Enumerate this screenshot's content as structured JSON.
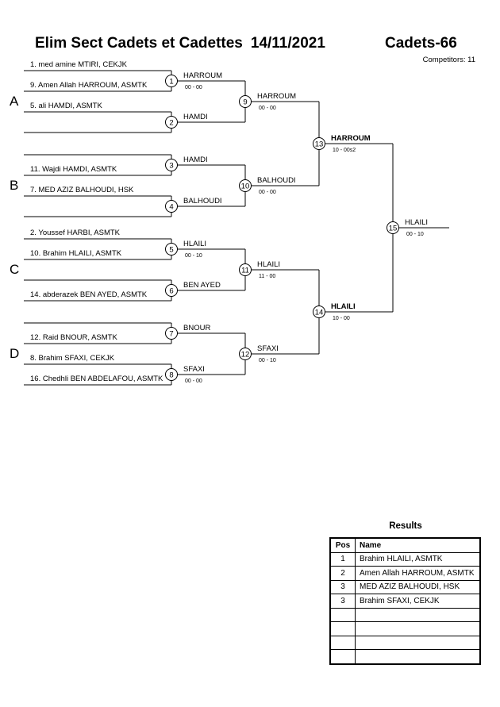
{
  "header": {
    "title": "Elim Sect Cadets et Cadettes",
    "date": "14/11/2021",
    "weight_class": "Cadets-66",
    "competitors": "Competitors: 11"
  },
  "pools": [
    "A",
    "B",
    "C",
    "D"
  ],
  "entries": [
    "1. med amine MTIRI, CEKJK",
    "9. Amen Allah HARROUM, ASMTK",
    "5. ali HAMDI, ASMTK",
    "",
    "",
    "11. Wajdi HAMDI, ASMTK",
    "7. MED AZIZ BALHOUDI, HSK",
    "",
    "2. Youssef HARBI, ASMTK",
    "10. Brahim HLAILI, ASMTK",
    "",
    "14. abderazek BEN AYED, ASMTK",
    "",
    "12. Raid BNOUR, ASMTK",
    "8. Brahim SFAXI, CEKJK",
    "16. Chedhli BEN ABDELAFOU, ASMTK"
  ],
  "matches": [
    {
      "num": "1",
      "winner": "HARROUM",
      "score": "00 - 00"
    },
    {
      "num": "2",
      "winner": "HAMDI",
      "score": ""
    },
    {
      "num": "3",
      "winner": "HAMDI",
      "score": ""
    },
    {
      "num": "4",
      "winner": "BALHOUDI",
      "score": ""
    },
    {
      "num": "5",
      "winner": "HLAILI",
      "score": "00 - 10"
    },
    {
      "num": "6",
      "winner": "BEN AYED",
      "score": ""
    },
    {
      "num": "7",
      "winner": "BNOUR",
      "score": ""
    },
    {
      "num": "8",
      "winner": "SFAXI",
      "score": "00 - 00"
    },
    {
      "num": "9",
      "winner": "HARROUM",
      "score": "00 - 00"
    },
    {
      "num": "10",
      "winner": "BALHOUDI",
      "score": "00 - 00"
    },
    {
      "num": "11",
      "winner": "HLAILI",
      "score": "11 - 00"
    },
    {
      "num": "12",
      "winner": "SFAXI",
      "score": "00 - 10"
    },
    {
      "num": "13",
      "winner": "HARROUM",
      "score": "10 - 00s2"
    },
    {
      "num": "14",
      "winner": "HLAILI",
      "score": "10 - 00"
    },
    {
      "num": "15",
      "winner": "HLAILI",
      "score": "00 - 10"
    }
  ],
  "results": {
    "title": "Results",
    "headers": {
      "pos": "Pos",
      "name": "Name"
    },
    "rows": [
      {
        "pos": "1",
        "name": "Brahim HLAILI, ASMTK"
      },
      {
        "pos": "2",
        "name": "Amen Allah HARROUM, ASMTK"
      },
      {
        "pos": "3",
        "name": "MED AZIZ BALHOUDI, HSK"
      },
      {
        "pos": "3",
        "name": "Brahim SFAXI, CEKJK"
      },
      {
        "pos": "",
        "name": ""
      },
      {
        "pos": "",
        "name": ""
      },
      {
        "pos": "",
        "name": ""
      },
      {
        "pos": "",
        "name": ""
      }
    ]
  }
}
